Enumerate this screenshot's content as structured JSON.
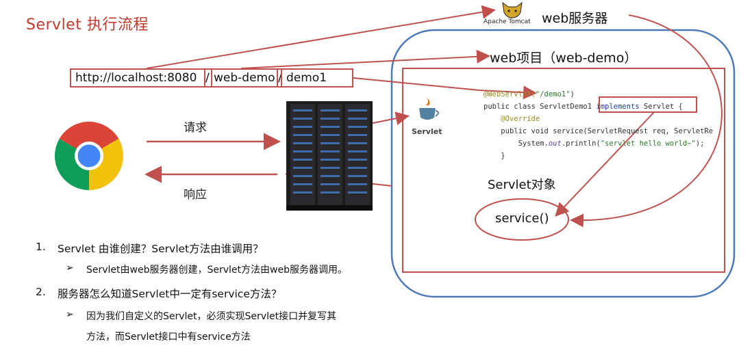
{
  "title": "Servlet 执行流程",
  "url": {
    "host": "http://localhost:8080",
    "sep1": "/",
    "project": "web-demo",
    "sep2": "/",
    "path": "demo1"
  },
  "server": {
    "tomcat_logo_text": "Apache Tomcat",
    "label": "web服务器"
  },
  "webapp_label": "web项目（web-demo）",
  "request_label": "请求",
  "response_label": "响应",
  "servlet_badge": "Servlet",
  "code": {
    "line1_annotation": "@WebServlet(",
    "line1_string": "\"/demo1\"",
    "line1_close": ")",
    "line2_a": "public class ServletDemo1 ",
    "line2_kw": "implements",
    "line2_b": " Servlet {",
    "line3": "@Override",
    "line4": "public void service(ServletRequest req, ServletRe",
    "line5_a": "System.",
    "line5_out": "out",
    "line5_b": ".println(",
    "line5_str": "\"servlet hello world~\"",
    "line5_c": ");",
    "line6": "}"
  },
  "servlet_object_label": "Servlet对象",
  "service_label": "service()",
  "qa": [
    {
      "num": "1.",
      "question": "Servlet 由谁创建？Servlet方法由谁调用？",
      "answer": "Servlet由web服务器创建，Servlet方法由web服务器调用。"
    },
    {
      "num": "2.",
      "question": "服务器怎么知道Servlet中一定有service方法？",
      "answer": "因为我们自定义的Servlet，必须实现Servlet接口并复写其",
      "answer_cont": "方法，而Servlet接口中有service方法"
    }
  ],
  "bullet": "➢",
  "colors": {
    "title": "#c0392b",
    "arrow": "#c0504d",
    "container": "#4a78b8"
  }
}
